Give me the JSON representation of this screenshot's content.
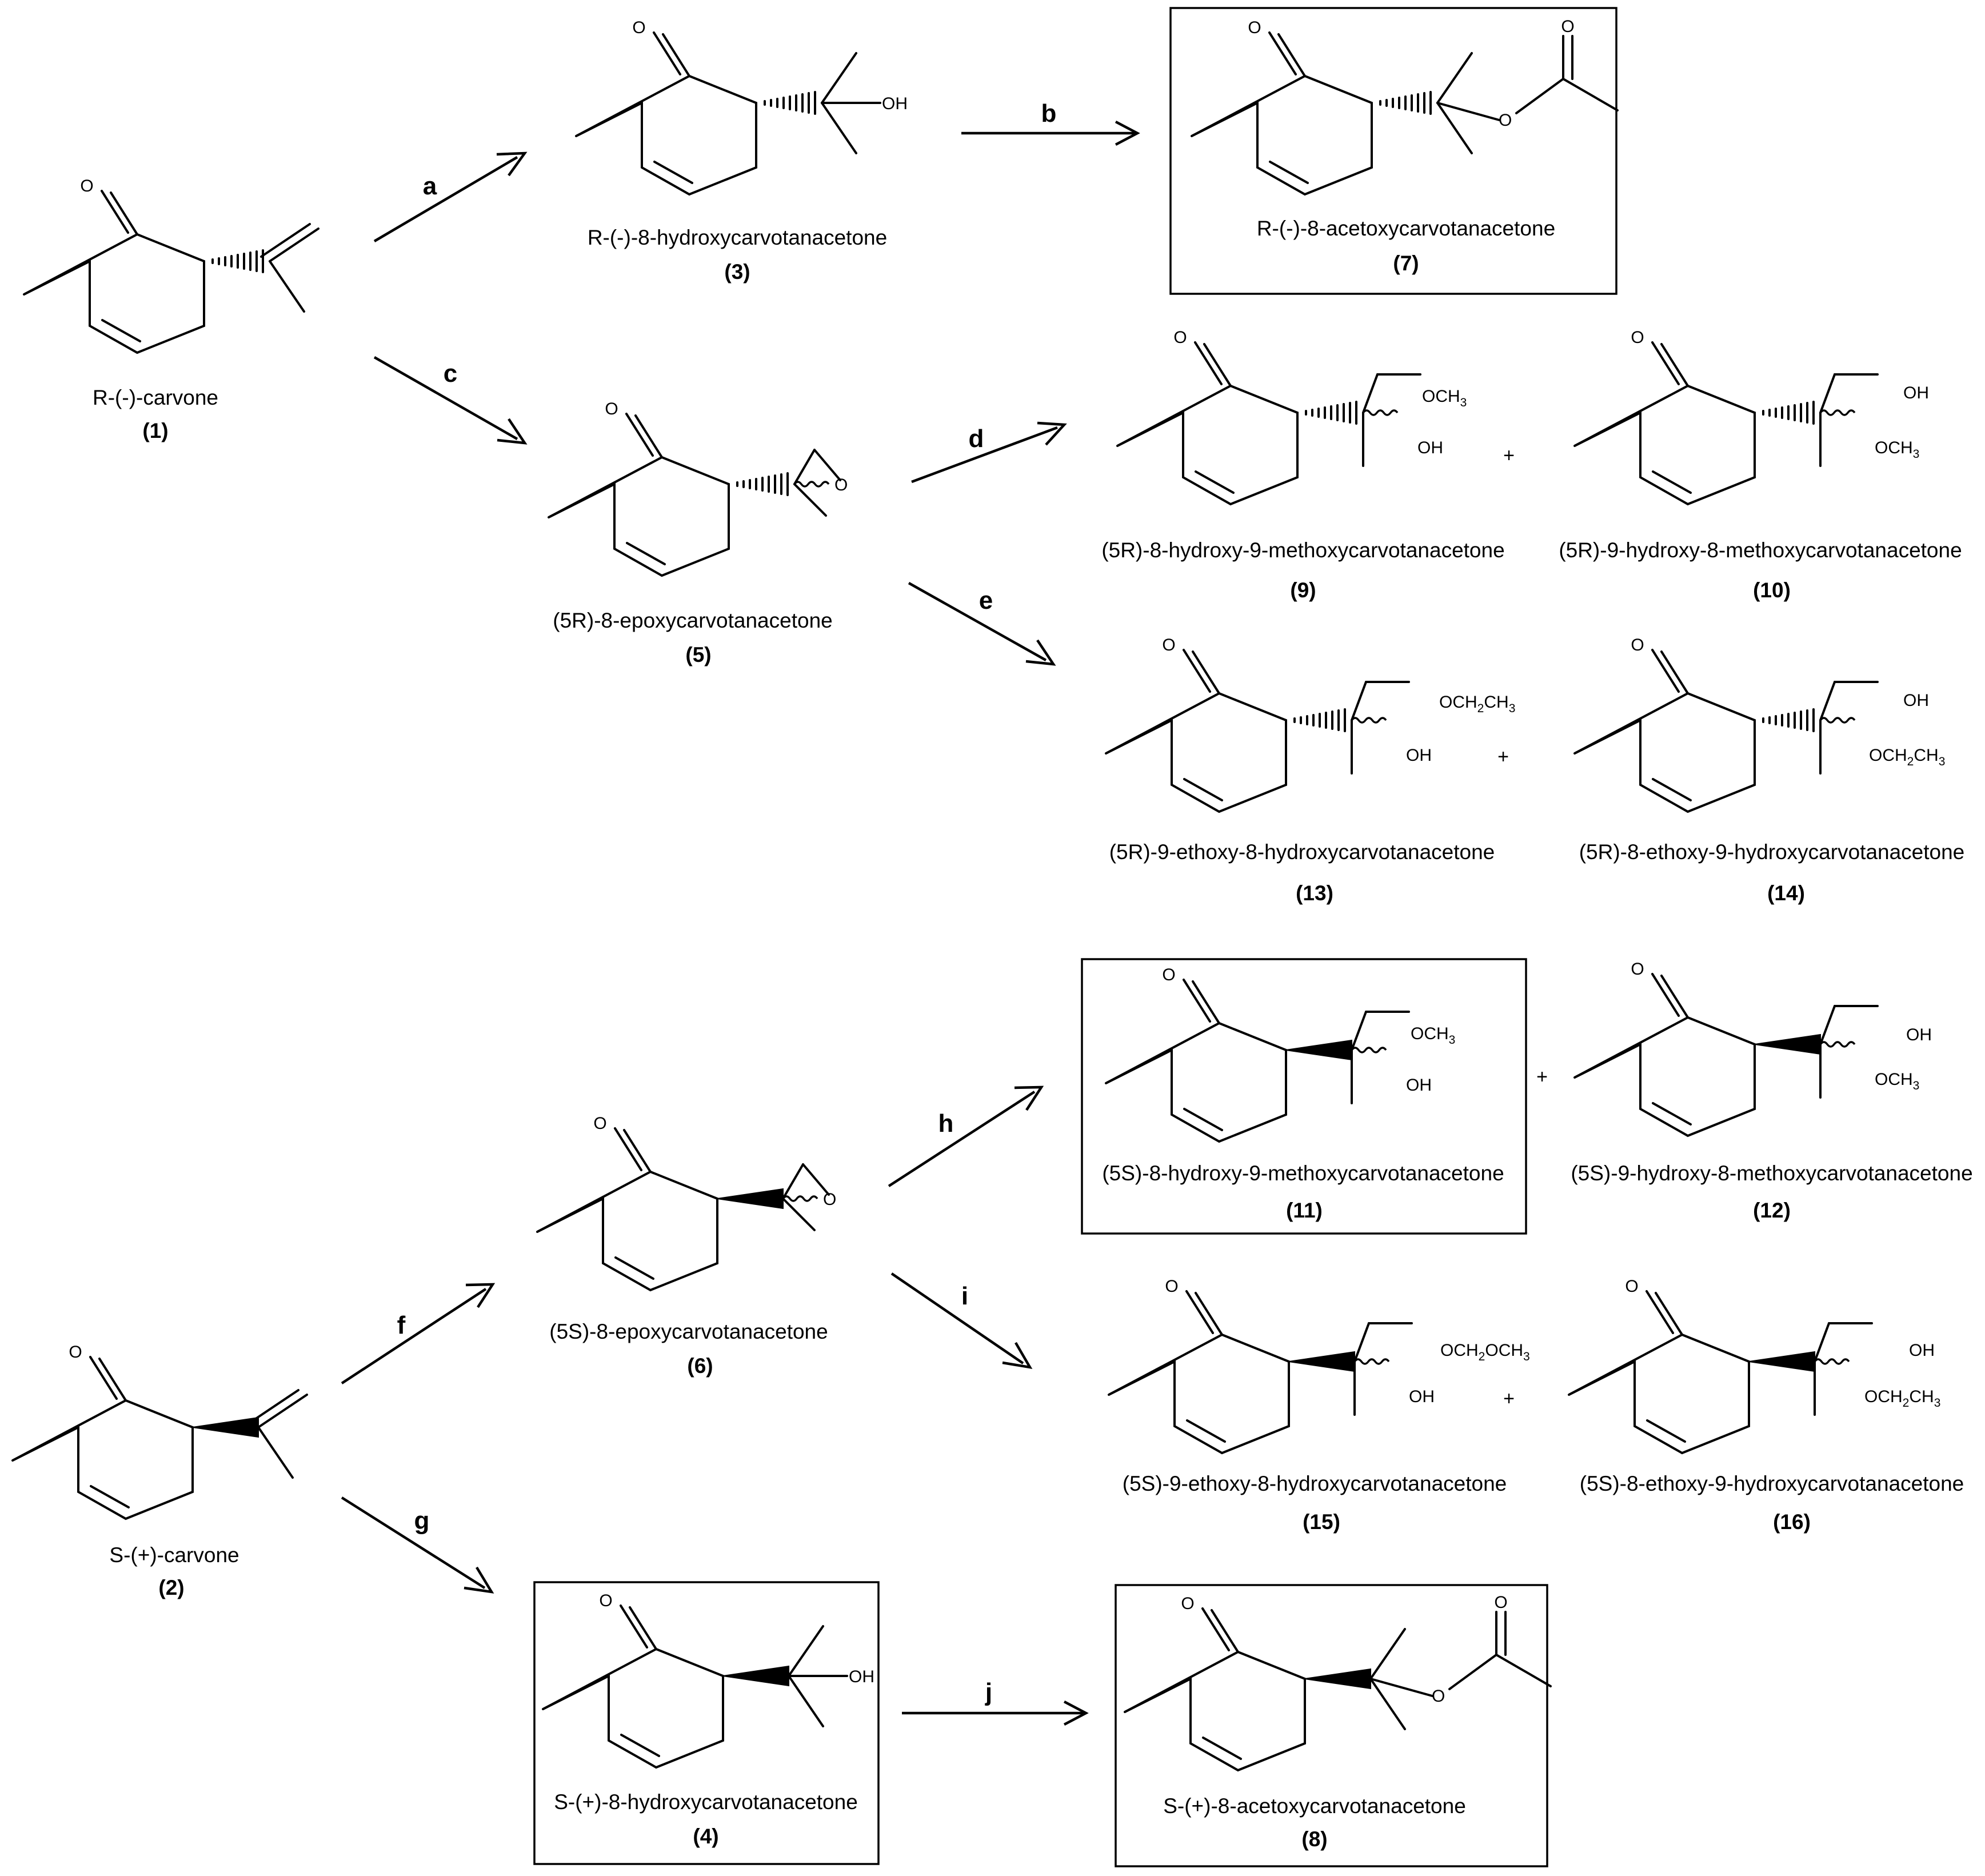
{
  "compounds": [
    {
      "id": "c1",
      "name": "R-(-)-carvone",
      "number": "(1)"
    },
    {
      "id": "c2",
      "name": "S-(+)-carvone",
      "number": "(2)"
    },
    {
      "id": "c3",
      "name": "R-(-)-8-hydroxycarvotanacetone",
      "number": "(3)"
    },
    {
      "id": "c4",
      "name": "S-(+)-8-hydroxycarvotanacetone",
      "number": "(4)"
    },
    {
      "id": "c5",
      "name": "(5R)-8-epoxycarvotanacetone",
      "number": "(5)"
    },
    {
      "id": "c6",
      "name": "(5S)-8-epoxycarvotanacetone",
      "number": "(6)"
    },
    {
      "id": "c7",
      "name": "R-(-)-8-acetoxycarvotanacetone",
      "number": "(7)"
    },
    {
      "id": "c8",
      "name": "S-(+)-8-acetoxycarvotanacetone",
      "number": "(8)"
    },
    {
      "id": "c9",
      "name": "(5R)-8-hydroxy-9-methoxycarvotanacetone",
      "number": "(9)"
    },
    {
      "id": "c10",
      "name": "(5R)-9-hydroxy-8-methoxycarvotanacetone",
      "number": "(10)"
    },
    {
      "id": "c11",
      "name": "(5S)-8-hydroxy-9-methoxycarvotanacetone",
      "number": "(11)"
    },
    {
      "id": "c12",
      "name": "(5S)-9-hydroxy-8-methoxycarvotanacetone",
      "number": "(12)"
    },
    {
      "id": "c13",
      "name": "(5R)-9-ethoxy-8-hydroxycarvotanacetone",
      "number": "(13)"
    },
    {
      "id": "c14",
      "name": "(5R)-8-ethoxy-9-hydroxycarvotanacetone",
      "number": "(14)"
    },
    {
      "id": "c15",
      "name": "(5S)-9-ethoxy-8-hydroxycarvotanacetone",
      "number": "(15)"
    },
    {
      "id": "c16",
      "name": "(5S)-8-ethoxy-9-hydroxycarvotanacetone",
      "number": "(16)"
    }
  ],
  "steps": {
    "a": "a",
    "b": "b",
    "c": "c",
    "d": "d",
    "e": "e",
    "f": "f",
    "g": "g",
    "h": "h",
    "i": "i",
    "j": "j"
  },
  "atoms": {
    "O": "O",
    "OH": "OH",
    "OCH": "OCH",
    "OCH2": "OCH",
    "CH": "CH",
    "sub2": "2",
    "sub3": "3"
  },
  "plus": "+"
}
